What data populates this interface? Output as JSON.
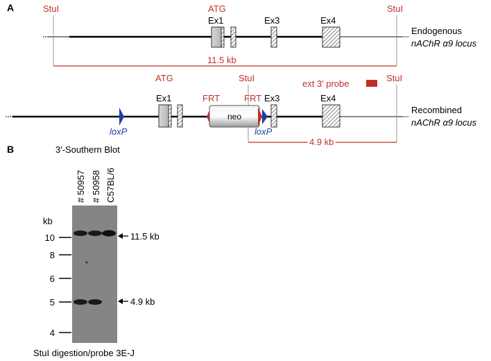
{
  "panel_a": {
    "label": "A",
    "endogenous": {
      "stul_left": "StuI",
      "stul_right": "StuI",
      "atg": "ATG",
      "ex1": "Ex1",
      "ex3": "Ex3",
      "ex4": "Ex4",
      "name_line1": "Endogenous",
      "name_line2": "nAChR α9 locus",
      "size_label": "11.5 kb"
    },
    "recombined": {
      "atg": "ATG",
      "stul_mid": "StuI",
      "stul_right": "StuI",
      "probe_label": "ext 3′ probe",
      "ex1": "Ex1",
      "ex3": "Ex3",
      "ex4": "Ex4",
      "frt_left": "FRT",
      "frt_right": "FRT",
      "neo": "neo",
      "loxp_left": "loxP",
      "loxp_right": "loxP",
      "name_line1": "Recombined",
      "name_line2": "nAChR α9 locus",
      "size_label": "4.9 kb"
    }
  },
  "panel_b": {
    "label": "B",
    "title": "3′-Southern Blot",
    "lanes": [
      "# 50957",
      "# 50958",
      "C57BL/6"
    ],
    "ladder_unit": "kb",
    "ladder": [
      "10",
      "8",
      "6",
      "5",
      "4"
    ],
    "band_upper": "11.5 kb",
    "band_lower": "4.9 kb",
    "caption": "StuI digestion/probe 3E-J"
  },
  "colors": {
    "red": "#c0302a",
    "blue": "#1c3fa8",
    "black": "#000000",
    "gray_line": "#8a8a8a",
    "blot_bg": "#8c8c8c"
  }
}
